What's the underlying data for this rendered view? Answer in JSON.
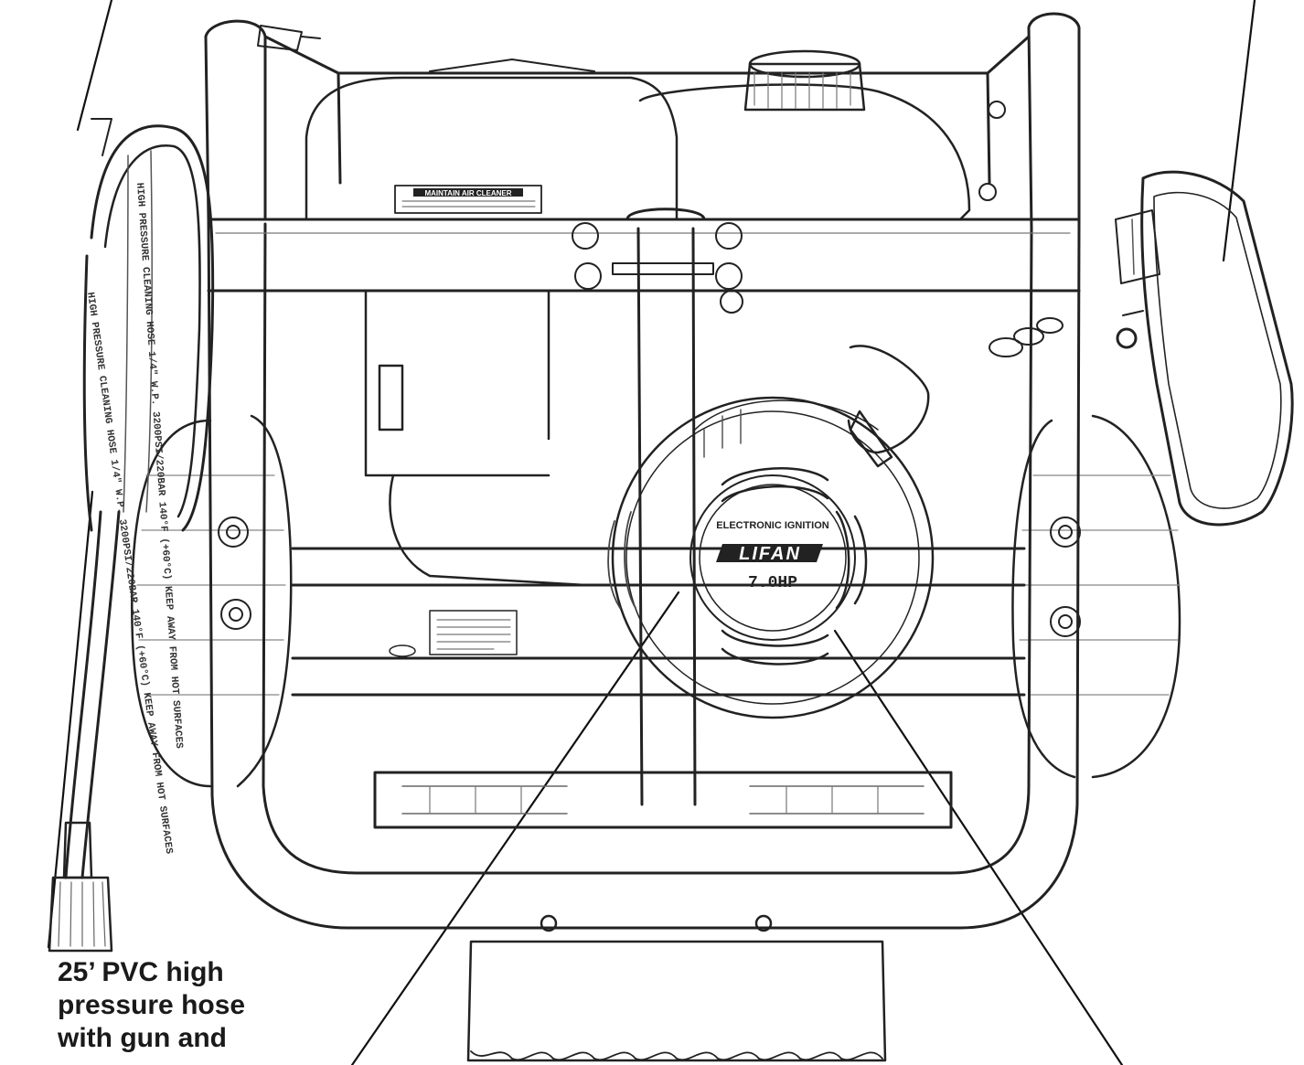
{
  "callout": {
    "hose_label": "25’ PVC high\npressure hose\nwith gun and"
  },
  "engine": {
    "brand": "LIFAN",
    "ignition": "ELECTRONIC IGNITION",
    "power": "7.0HP",
    "air_cleaner_label": "MAINTAIN AIR CLEANER"
  },
  "hose": {
    "print_outer": "HIGH PRESSURE CLEANING HOSE 1/4\" W.P. 3200PSI/220BAR 140°F (+60°C) KEEP AWAY FROM HOT SURFACES",
    "print_inner": "HIGH PRESSURE CLEANING HOSE 1/4\" W.P. 3200PSI/220BAR 140°F (+60°C) KEEP AWAY FROM HOT SURFACES"
  }
}
